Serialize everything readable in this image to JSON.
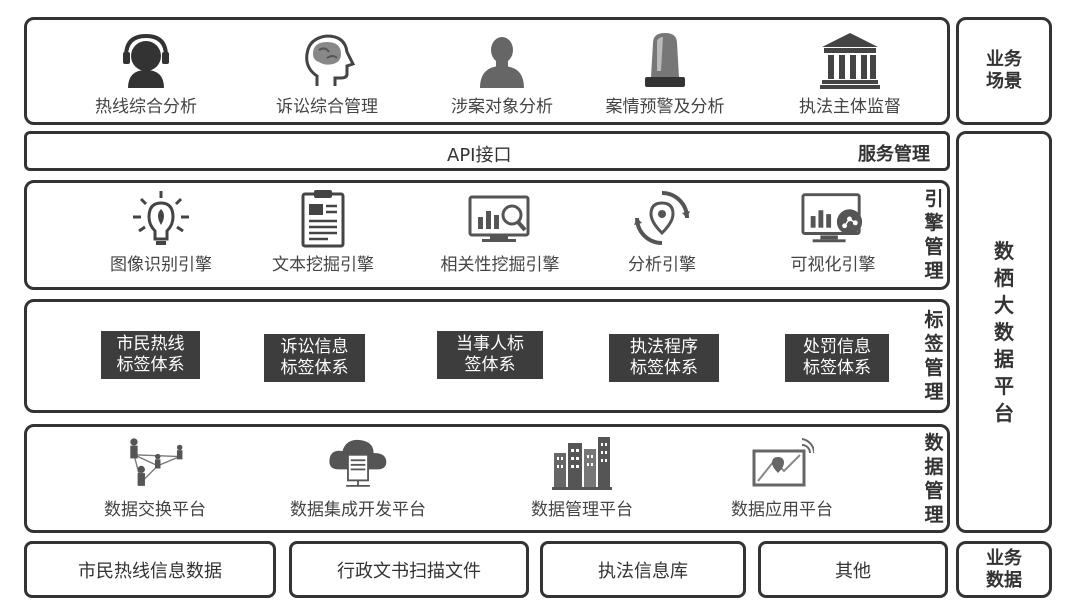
{
  "scenario": {
    "side_label_line1": "业务",
    "side_label_line2": "场景",
    "items": [
      {
        "label": "热线综合分析",
        "icon": "headset-person-icon"
      },
      {
        "label": "诉讼综合管理",
        "icon": "brain-head-icon"
      },
      {
        "label": "涉案对象分析",
        "icon": "person-icon"
      },
      {
        "label": "案情预警及分析",
        "icon": "alarm-light-icon"
      },
      {
        "label": "执法主体监督",
        "icon": "courthouse-icon"
      }
    ]
  },
  "service": {
    "api_label": "API接口",
    "title": "服务管理"
  },
  "engine": {
    "title_chars": [
      "引",
      "擎",
      "管",
      "理"
    ],
    "items": [
      {
        "label": "图像识别引擎",
        "icon": "lightbulb-icon"
      },
      {
        "label": "文本挖掘引擎",
        "icon": "document-clipboard-icon"
      },
      {
        "label": "相关性挖掘引擎",
        "icon": "chart-magnifier-icon"
      },
      {
        "label": "分析引擎",
        "icon": "cycle-target-icon"
      },
      {
        "label": "可视化引擎",
        "icon": "monitor-chart-icon"
      }
    ]
  },
  "tags": {
    "title_chars": [
      "标",
      "签",
      "管",
      "理"
    ],
    "items": [
      {
        "line1": "市民热线",
        "line2": "标签体系"
      },
      {
        "line1": "诉讼信息",
        "line2": "标签体系"
      },
      {
        "line1": "当事人标",
        "line2": "签体系"
      },
      {
        "line1": "执法程序",
        "line2": "标签体系"
      },
      {
        "line1": "处罚信息",
        "line2": "标签体系"
      }
    ]
  },
  "data_mgmt": {
    "title_chars": [
      "数",
      "据",
      "管",
      "理"
    ],
    "items": [
      {
        "label": "数据交换平台",
        "icon": "network-people-icon"
      },
      {
        "label": "数据集成开发平台",
        "icon": "cloud-server-icon"
      },
      {
        "label": "数据管理平台",
        "icon": "buildings-icon"
      },
      {
        "label": "数据应用平台",
        "icon": "map-signal-icon"
      }
    ]
  },
  "platform": {
    "title_chars": [
      "数",
      "栖",
      "大",
      "数",
      "据",
      "平",
      "台"
    ]
  },
  "business_data": {
    "side_label_line1": "业务",
    "side_label_line2": "数据",
    "items": [
      "市民热线信息数据",
      "行政文书扫描文件",
      "执法信息库",
      "其他"
    ]
  },
  "colors": {
    "border": "#333333",
    "tag_bg": "#3d3d3d",
    "icon": "#555555"
  }
}
